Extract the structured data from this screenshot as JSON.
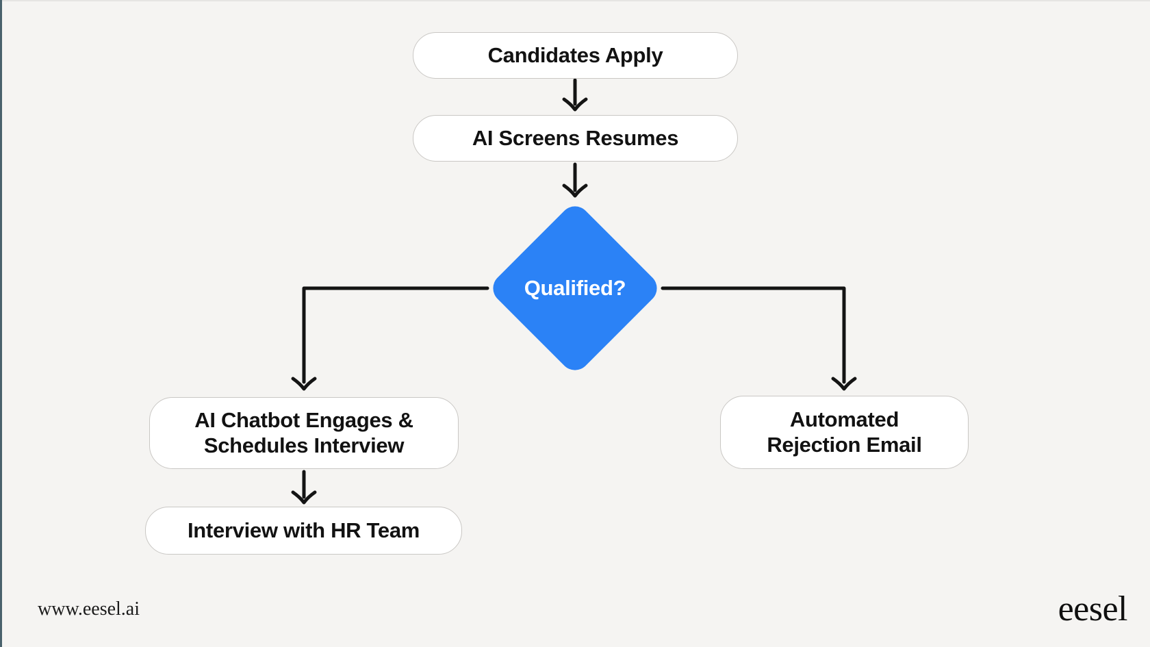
{
  "colors": {
    "background": "#f5f4f2",
    "node_fill": "#ffffff",
    "node_border": "#c9c7c4",
    "accent_blue": "#2b82f6",
    "line": "#141414",
    "text": "#121212",
    "edge_border": "#4a626c"
  },
  "flowchart": {
    "nodes": {
      "candidates_apply": {
        "label": "Candidates Apply",
        "type": "process"
      },
      "ai_screens_resumes": {
        "label": "AI Screens Resumes",
        "type": "process"
      },
      "qualified": {
        "label": "Qualified?",
        "type": "decision"
      },
      "chatbot_engages": {
        "label": "AI Chatbot Engages &\nSchedules Interview",
        "type": "process"
      },
      "interview_hr": {
        "label": "Interview with HR Team",
        "type": "process"
      },
      "automated_rejection": {
        "label": "Automated\nRejection Email",
        "type": "process"
      }
    }
  },
  "footer": {
    "website_url": "www.eesel.ai",
    "brand_wordmark": "eesel"
  }
}
